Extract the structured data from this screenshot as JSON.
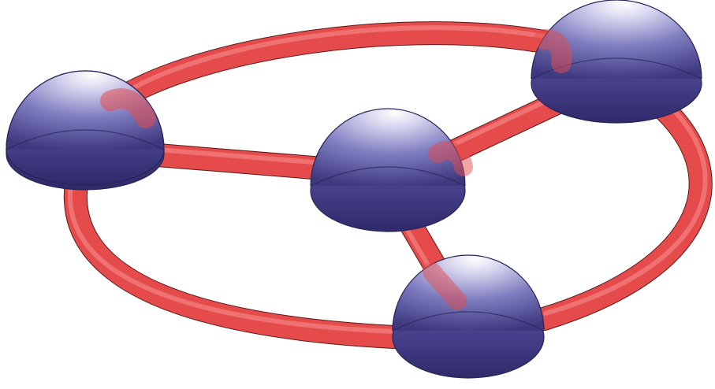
{
  "colors": {
    "tube_fill": "#e64b4b",
    "tube_highlight": "#f07575",
    "tube_shadow": "#c83232",
    "outline": "#5a1a1a",
    "dome_light": "#f3f2fb",
    "dome_mid": "#7f7cc0",
    "dome_dark": "#3e387f",
    "dome_outline": "#262456",
    "background": "#ffffff"
  },
  "nodes": [
    {
      "id": "node-left"
    },
    {
      "id": "node-center"
    },
    {
      "id": "node-top-right"
    },
    {
      "id": "node-bottom"
    }
  ],
  "links": [
    {
      "id": "link-left-center",
      "from": "node-left",
      "to": "node-center"
    },
    {
      "id": "link-center-top-right",
      "from": "node-center",
      "to": "node-top-right"
    },
    {
      "id": "link-center-bottom",
      "from": "node-center",
      "to": "node-bottom"
    },
    {
      "id": "link-left-top-right",
      "from": "node-left",
      "to": "node-top-right"
    },
    {
      "id": "link-top-right-bottom",
      "from": "node-top-right",
      "to": "node-bottom"
    },
    {
      "id": "link-left-bottom",
      "from": "node-left",
      "to": "node-bottom"
    }
  ]
}
